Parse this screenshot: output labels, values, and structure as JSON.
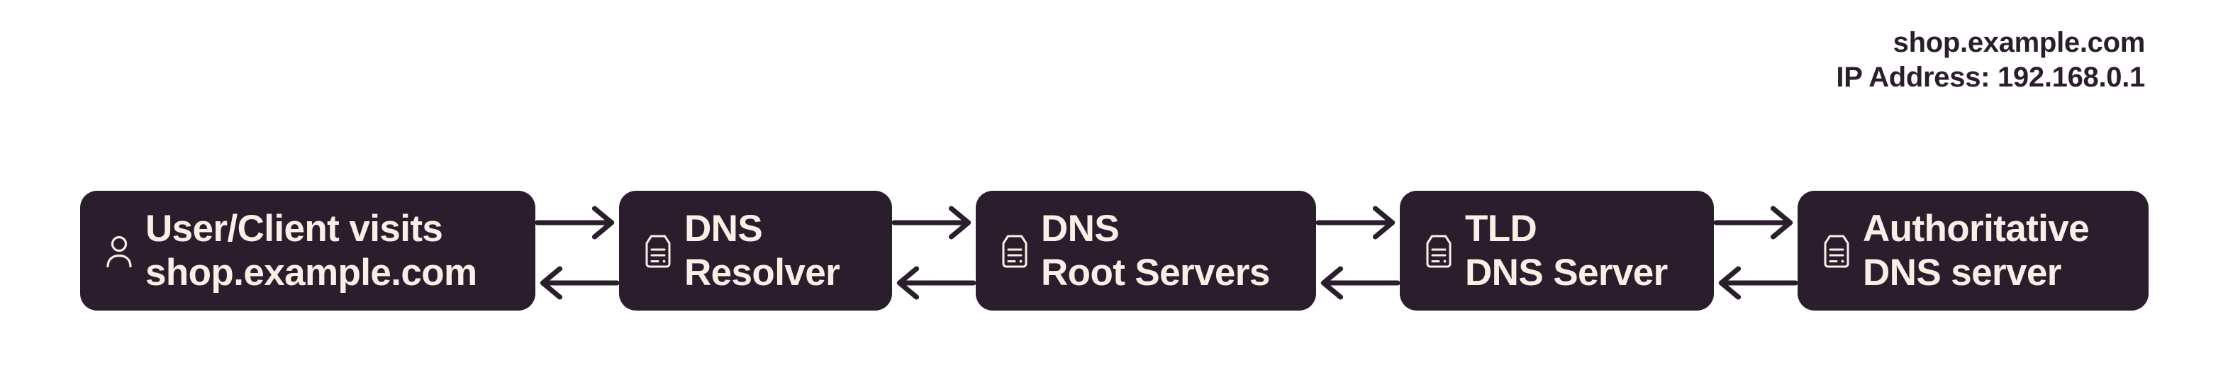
{
  "diagram": {
    "title_annotation": {
      "line1": "shop.example.com",
      "line2": "IP Address: 192.168.0.1"
    },
    "colors": {
      "node_fill": "#2A1E2D",
      "node_text": "#FAEFE7",
      "arrow": "#2A1E2D",
      "background": "#FFFFFF",
      "annotation_text": "#2A1E2D"
    },
    "nodes": [
      {
        "id": "user-client",
        "icon": "user-icon",
        "line1": "User/Client visits",
        "line2": "shop.example.com"
      },
      {
        "id": "dns-resolver",
        "icon": "server-icon",
        "line1": "DNS",
        "line2": "Resolver"
      },
      {
        "id": "dns-root-servers",
        "icon": "server-icon",
        "line1": "DNS",
        "line2": "Root Servers"
      },
      {
        "id": "tld-dns-server",
        "icon": "server-icon",
        "line1": "TLD",
        "line2": "DNS Server"
      },
      {
        "id": "authoritative-dns-server",
        "icon": "server-icon",
        "line1": "Authoritative",
        "line2": "DNS server"
      }
    ],
    "connectors": [
      {
        "id": "user-to-resolver",
        "forward": "right-arrow",
        "backward": "left-arrow"
      },
      {
        "id": "resolver-to-root",
        "forward": "right-arrow",
        "backward": "left-arrow"
      },
      {
        "id": "root-to-tld",
        "forward": "right-arrow",
        "backward": "left-arrow"
      },
      {
        "id": "tld-to-authoritative",
        "forward": "right-arrow",
        "backward": "left-arrow"
      }
    ]
  }
}
